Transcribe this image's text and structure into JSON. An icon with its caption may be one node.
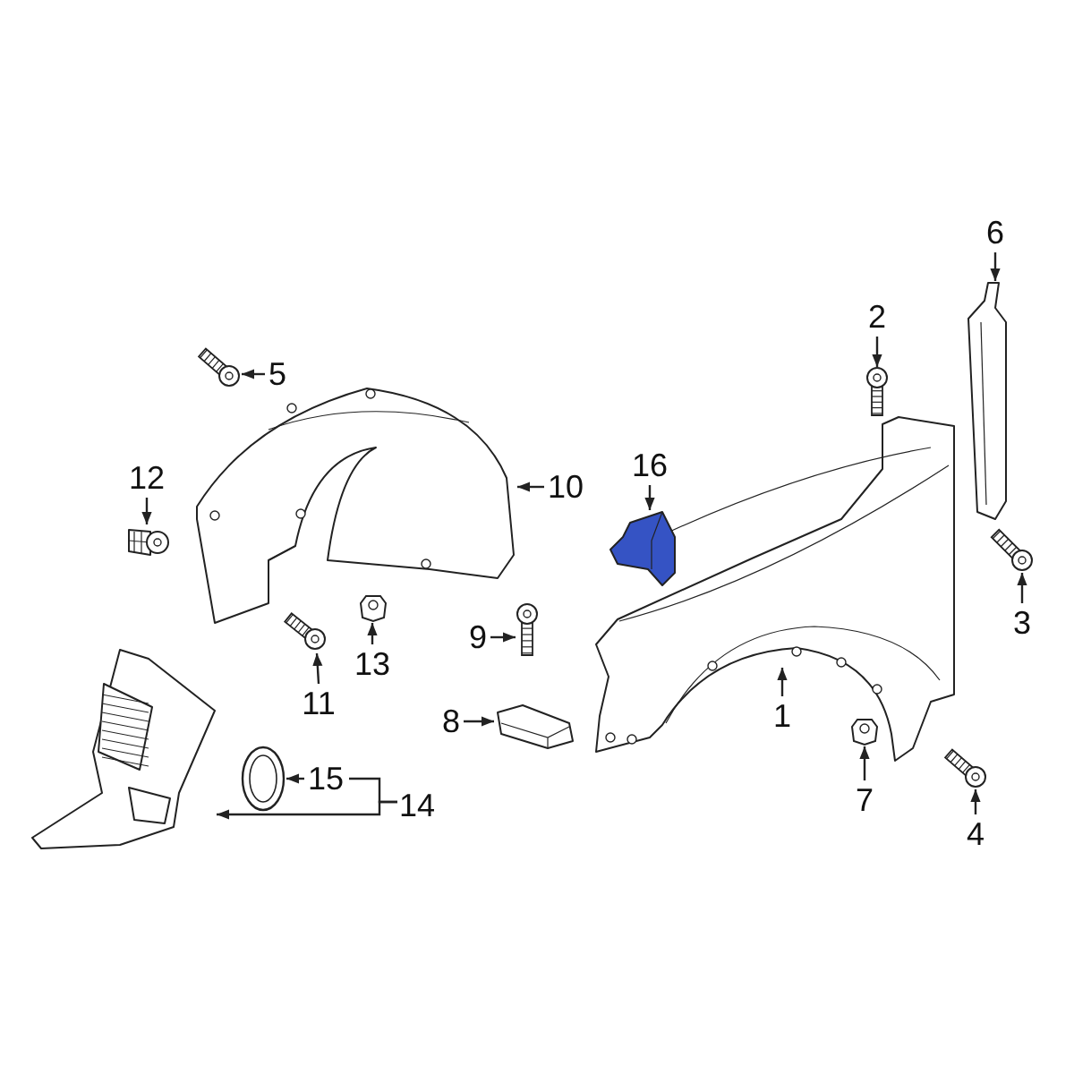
{
  "diagram": {
    "nodes": [
      {
        "text": [
          "1"
        ]
      },
      {
        "text": [
          "2"
        ]
      },
      {
        "text": [
          "3"
        ]
      },
      {
        "text": [
          "4"
        ]
      },
      {
        "text": [
          "5"
        ]
      },
      {
        "text": [
          "6"
        ]
      },
      {
        "text": [
          "7"
        ]
      },
      {
        "text": [
          "8"
        ]
      },
      {
        "text": [
          "9"
        ]
      },
      {
        "text": [
          "10"
        ]
      },
      {
        "text": [
          "11"
        ]
      },
      {
        "text": [
          "12"
        ]
      },
      {
        "text": [
          "13"
        ]
      },
      {
        "text": [
          "14"
        ]
      },
      {
        "text": [
          "15"
        ]
      },
      {
        "text": [
          "16"
        ]
      },
      {
        "text": [],
        "shape": "picture"
      },
      {
        "text": [],
        "shape": "picture"
      },
      {
        "text": [],
        "shape": "picture"
      },
      {
        "text": [],
        "shape": "picture"
      },
      {
        "text": [],
        "shape": "picture"
      },
      {
        "text": [],
        "shape": "picture"
      },
      {
        "text": [],
        "shape": "picture"
      },
      {
        "text": [],
        "shape": "picture"
      },
      {
        "text": [],
        "shape": "picture"
      },
      {
        "text": [],
        "shape": "picture"
      },
      {
        "text": [],
        "shape": "picture"
      },
      {
        "text": [],
        "shape": "picture"
      },
      {
        "text": [],
        "shape": "picture"
      },
      {
        "text": [],
        "shape": "picture"
      },
      {
        "text": [],
        "shape": "picture"
      },
      {
        "text": [],
        "shape": "picture"
      }
    ],
    "edges": [
      {
        "from": 0,
        "to": 16,
        "arrow": "to"
      },
      {
        "from": 1,
        "to": 17,
        "arrow": "to"
      },
      {
        "from": 2,
        "to": 18,
        "arrow": "to"
      },
      {
        "from": 3,
        "to": 19,
        "arrow": "to"
      },
      {
        "from": 4,
        "to": 20,
        "arrow": "to"
      },
      {
        "from": 5,
        "to": 21,
        "arrow": "to"
      },
      {
        "from": 6,
        "to": 22,
        "arrow": "to"
      },
      {
        "from": 7,
        "to": 23,
        "arrow": "to"
      },
      {
        "from": 8,
        "to": 24,
        "arrow": "to"
      },
      {
        "from": 9,
        "to": 25,
        "arrow": "to"
      },
      {
        "from": 10,
        "to": 26,
        "arrow": "to"
      },
      {
        "from": 11,
        "to": 27,
        "arrow": "to"
      },
      {
        "from": 12,
        "to": 28,
        "arrow": "to"
      },
      {
        "from": 13,
        "to": 29,
        "arrow": "to"
      },
      {
        "from": 14,
        "to": 30,
        "arrow": "to"
      },
      {
        "from": 15,
        "to": 31,
        "arrow": "to"
      },
      {
        "from": 13,
        "to": 14,
        "arrow": "none"
      }
    ]
  }
}
